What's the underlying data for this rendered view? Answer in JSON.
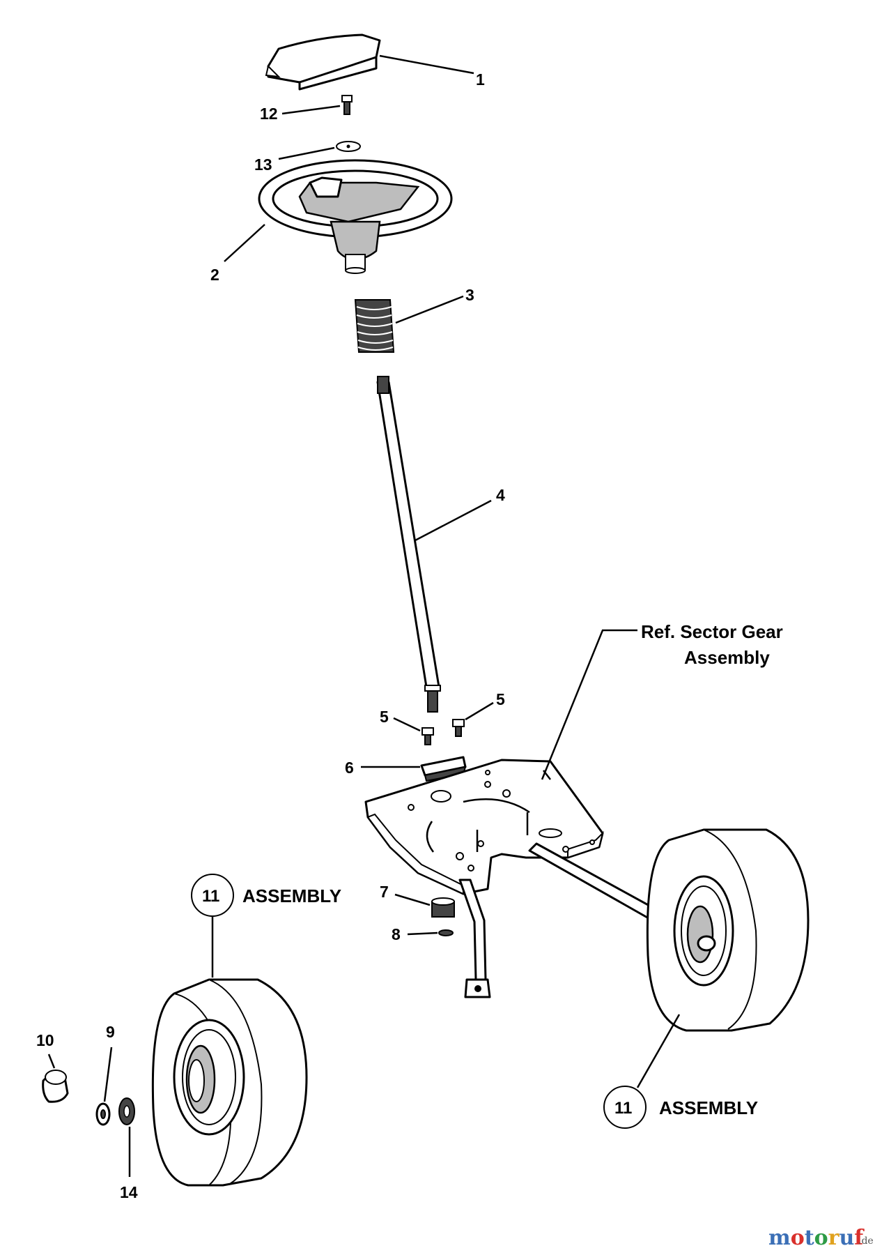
{
  "callouts": {
    "c1": "1",
    "c2": "2",
    "c3": "3",
    "c4": "4",
    "c5a": "5",
    "c5b": "5",
    "c6": "6",
    "c7": "7",
    "c8": "8",
    "c9": "9",
    "c10": "10",
    "c12": "12",
    "c13": "13",
    "c14": "14"
  },
  "assemblies": {
    "left": {
      "number": "11",
      "label": "ASSEMBLY"
    },
    "right": {
      "number": "11",
      "label": "ASSEMBLY"
    }
  },
  "reference": {
    "line1": "Ref. Sector Gear",
    "line2": "Assembly"
  },
  "watermark": {
    "letters": [
      "m",
      "o",
      "t",
      "o",
      "r",
      "u",
      "f"
    ],
    "colors": [
      "#3b6fb6",
      "#d9302c",
      "#3b6fb6",
      "#2e9b46",
      "#e0a21f",
      "#3b6fb6",
      "#d9302c"
    ],
    "suffix": ".de"
  }
}
